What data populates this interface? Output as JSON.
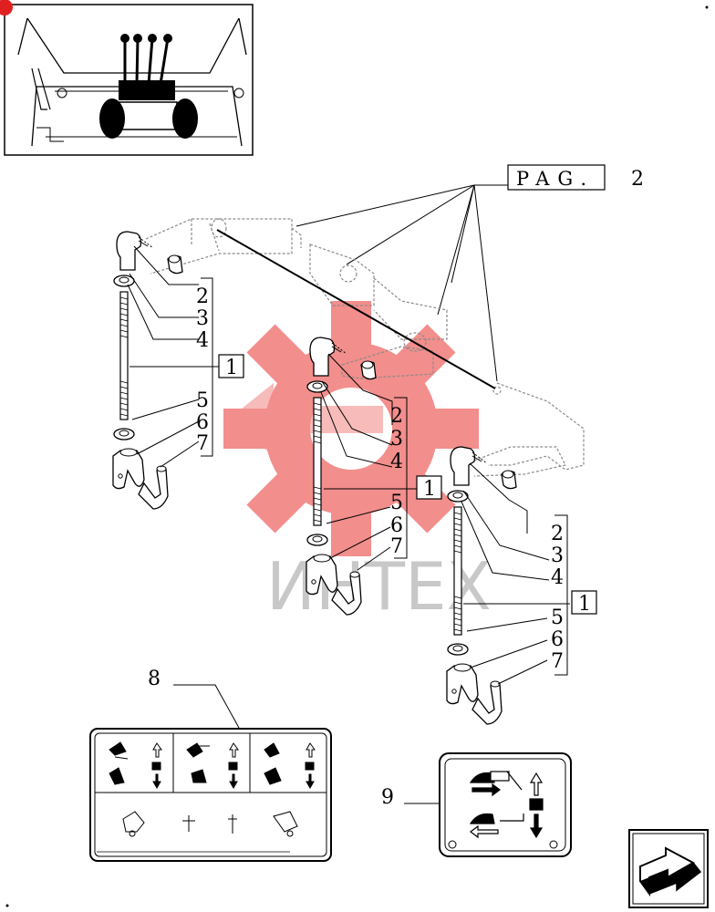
{
  "page_ref": {
    "label": "PAG.",
    "number": "2"
  },
  "watermark": {
    "text": "ИНТЕХ"
  },
  "assemblies": [
    {
      "group": "1",
      "parts": [
        "2",
        "3",
        "4",
        "5",
        "6",
        "7"
      ]
    },
    {
      "group": "1",
      "parts": [
        "2",
        "3",
        "4",
        "5",
        "6",
        "7"
      ]
    },
    {
      "group": "1",
      "parts": [
        "2",
        "3",
        "4",
        "5",
        "6",
        "7"
      ]
    }
  ],
  "decal_labels": {
    "large": "8",
    "small": "9"
  },
  "icons": {
    "thumbnail": "tractor-cab-levers-thumbnail",
    "nav": "next-page-arrow-icon",
    "badge": "page-badge-icon"
  },
  "colors": {
    "watermark": "#e8322f",
    "ink": "#000000",
    "dashed": "#8a8a8a"
  }
}
